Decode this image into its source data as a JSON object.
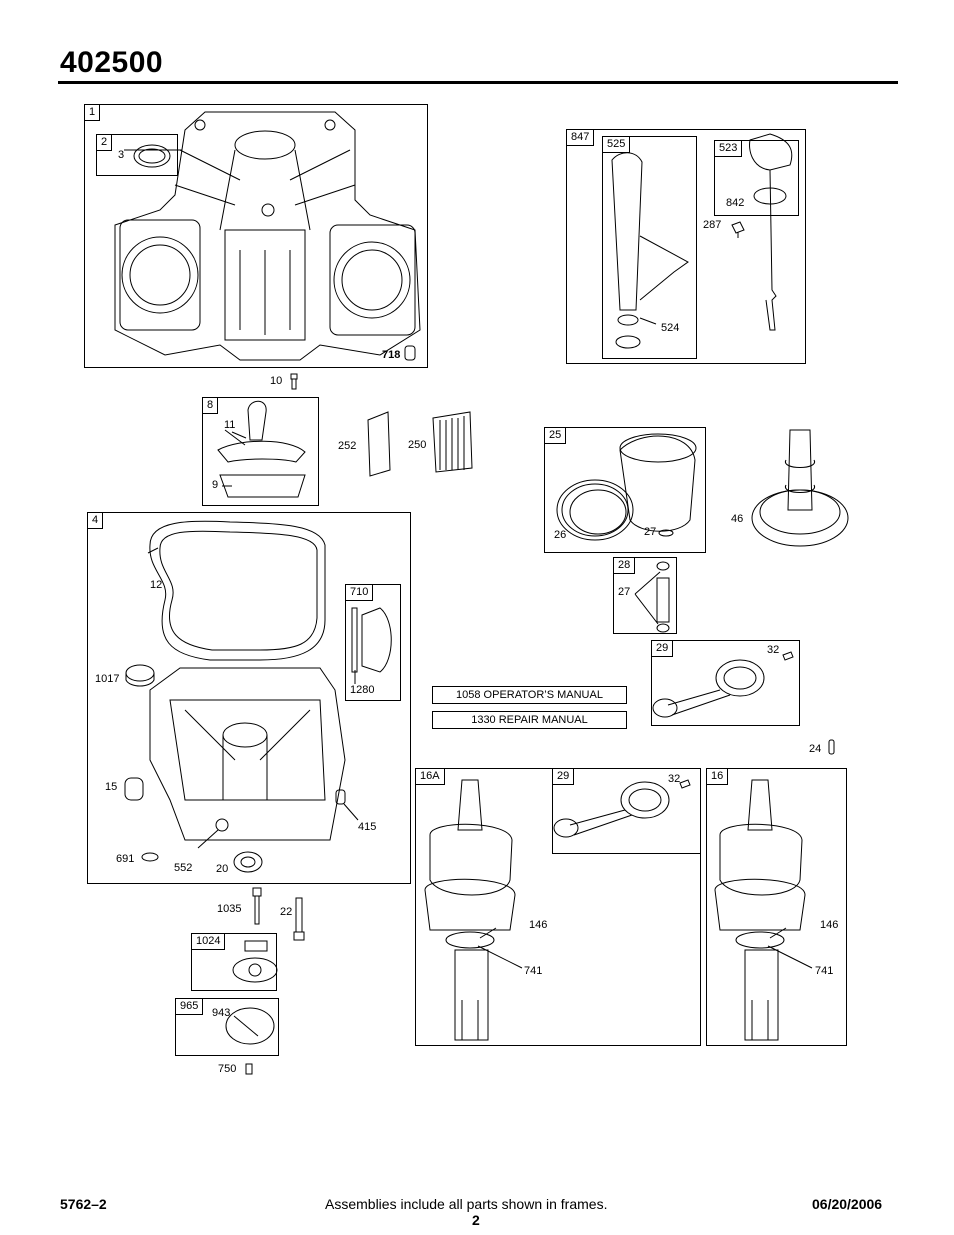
{
  "header": {
    "title": "402500"
  },
  "callouts": {
    "c1": "1",
    "c2": "2",
    "c3": "3",
    "c718": "718",
    "c10": "10",
    "c8": "8",
    "c11": "11",
    "c9": "9",
    "c252": "252",
    "c250": "250",
    "c4": "4",
    "c12": "12",
    "c710": "710",
    "c1280": "1280",
    "c1017": "1017",
    "c15": "15",
    "c415": "415",
    "c691": "691",
    "c552": "552",
    "c20": "20",
    "c1035": "1035",
    "c22": "22",
    "c1024": "1024",
    "c965": "965",
    "c943": "943",
    "c750": "750",
    "c847": "847",
    "c525": "525",
    "c523": "523",
    "c842": "842",
    "c287": "287",
    "c524": "524",
    "c25": "25",
    "c26": "26",
    "c27a": "27",
    "c46": "46",
    "c28": "28",
    "c27b": "27",
    "c29a": "29",
    "c32a": "32",
    "c24": "24",
    "c16A": "16A",
    "c146a": "146",
    "c741a": "741",
    "c29b": "29",
    "c32b": "32",
    "c16": "16",
    "c146b": "146",
    "c741b": "741"
  },
  "manuals": {
    "operators": "1058 OPERATOR’S MANUAL",
    "repair": "1330 REPAIR MANUAL"
  },
  "footer": {
    "left": "5762–2",
    "center": "Assemblies include all parts shown in frames.",
    "right": "06/20/2006",
    "page": "2"
  }
}
